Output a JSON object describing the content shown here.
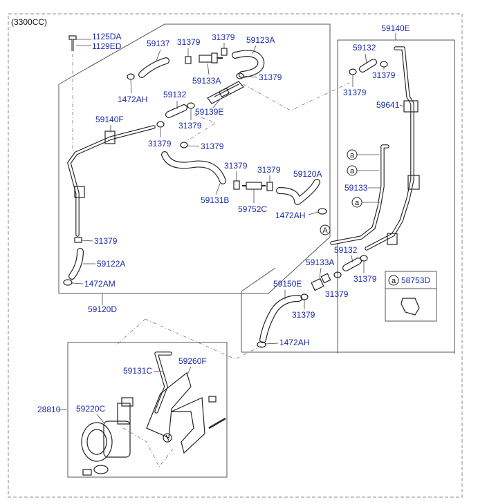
{
  "variant": "(3300CC)",
  "labels": {
    "p1125DA": "1125DA",
    "p1129ED": "1129ED",
    "p59137": "59137",
    "p31379": "31379",
    "p59123A": "59123A",
    "p59133A": "59133A",
    "p1472AH": "1472AH",
    "p59132": "59132",
    "p59139E": "59139E",
    "p59140F": "59140F",
    "p59131B": "59131B",
    "p59752C": "59752C",
    "p59120A": "59120A",
    "p59122A": "59122A",
    "p1472AM": "1472AM",
    "p59120D": "59120D",
    "p59140E": "59140E",
    "p59641": "59641",
    "p59133": "59133",
    "p59150E": "59150E",
    "p58753D": "58753D",
    "p28810": "28810",
    "p59131C": "59131C",
    "p59260F": "59260F",
    "p59220C": "59220C"
  },
  "markers": {
    "a": "a",
    "A": "A"
  }
}
